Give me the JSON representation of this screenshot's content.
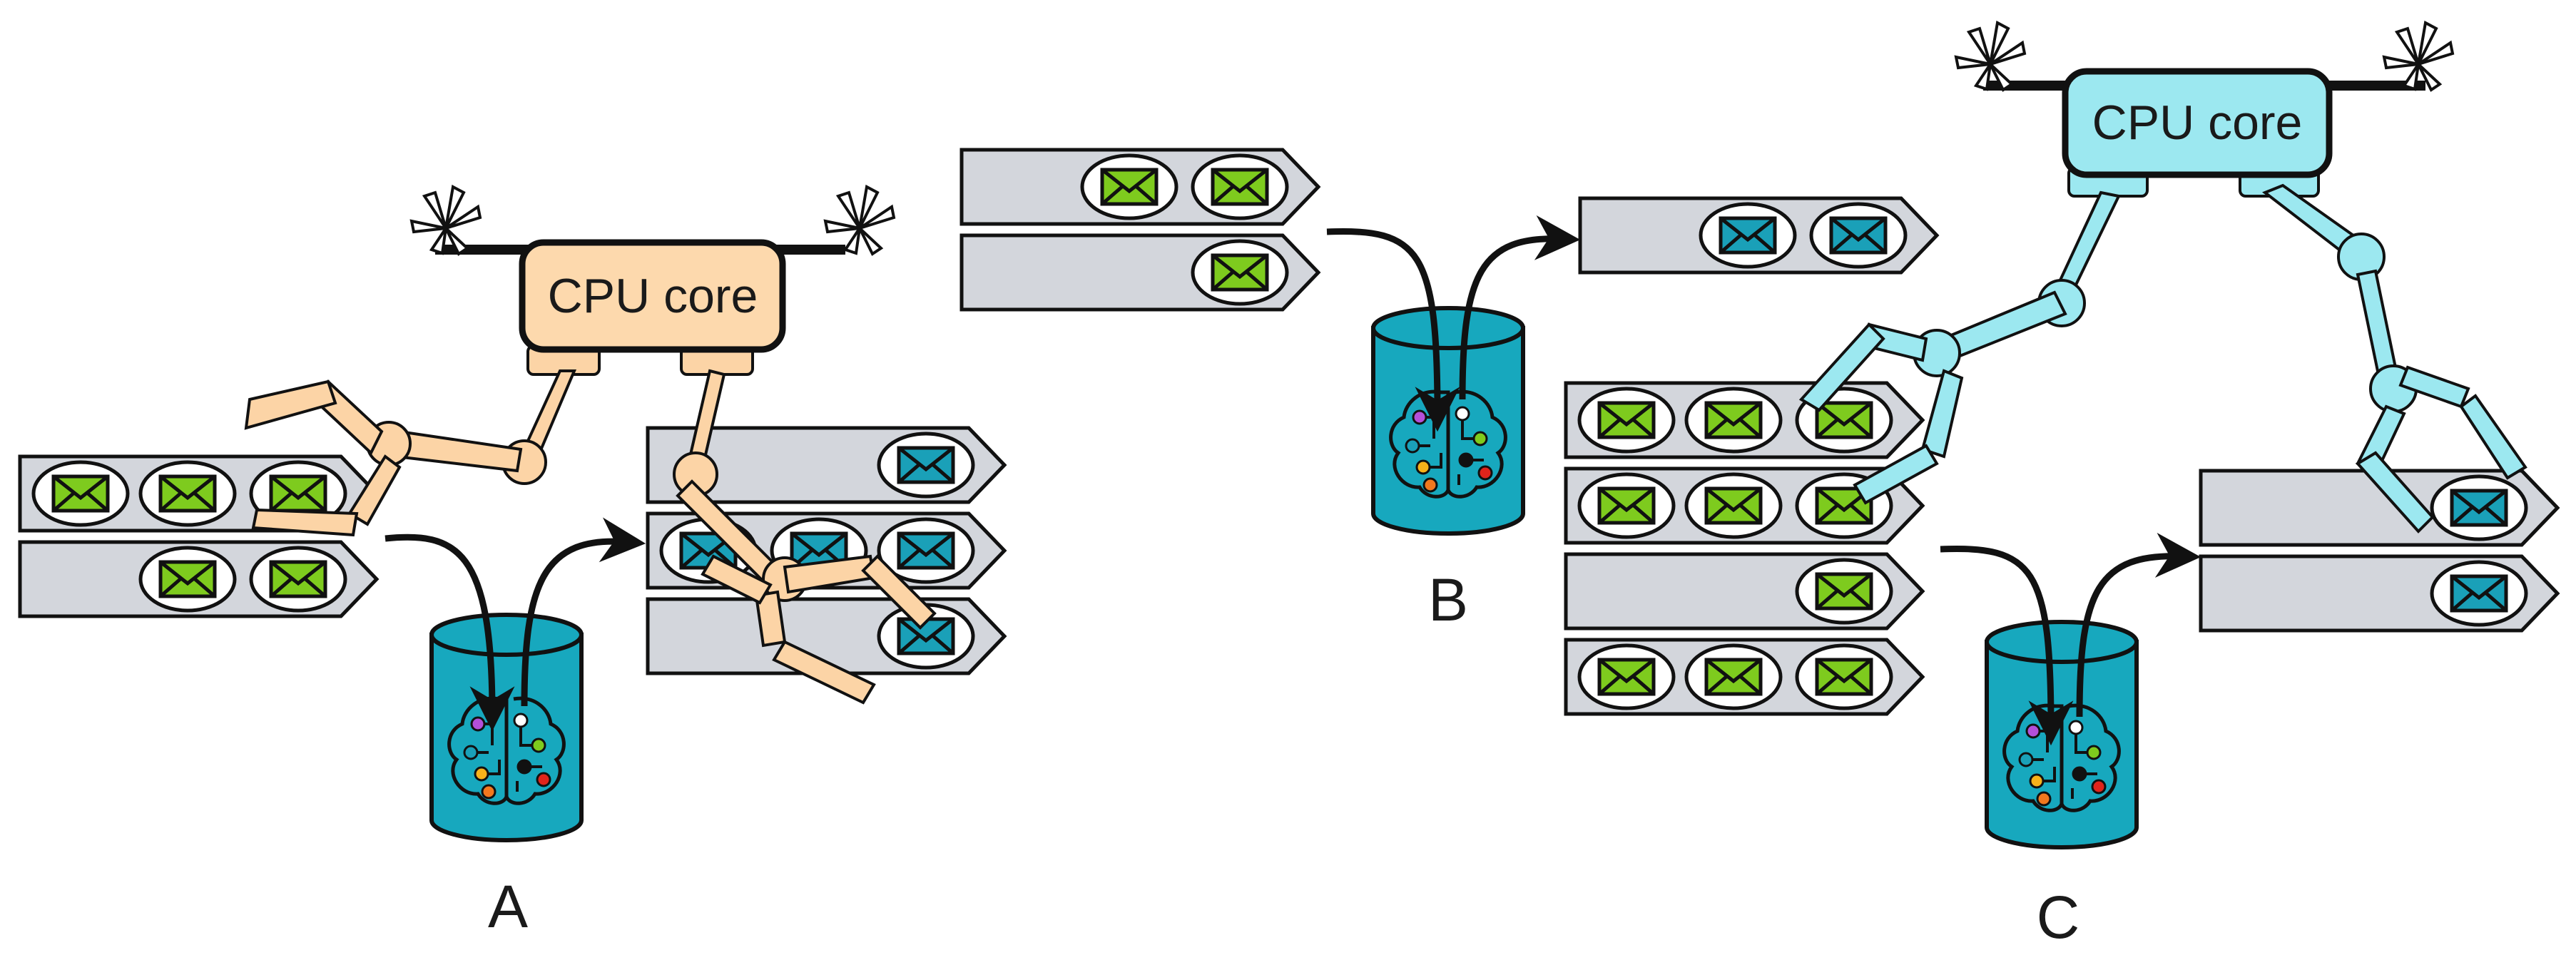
{
  "panels": [
    {
      "id": "A",
      "label": "A",
      "core": {
        "label": "CPU core",
        "color": "#fdd9ad"
      }
    },
    {
      "id": "B",
      "label": "B"
    },
    {
      "id": "C",
      "label": "C",
      "core": {
        "label": "CPU core",
        "color": "#9ce8f0"
      }
    }
  ],
  "colors": {
    "queue_fill": "#d3d6dc",
    "incoming_message": "#7ecb1e",
    "outgoing_message": "#1aa0b8",
    "cylinder": "#17a8be",
    "arm_orange": "#fcd4a6",
    "arm_cyan": "#9ce8f0",
    "stroke": "#111111"
  },
  "icons": [
    "envelope-icon",
    "brain-circuit-icon",
    "propeller-icon",
    "robot-arm-icon",
    "curved-arrow-icon"
  ]
}
